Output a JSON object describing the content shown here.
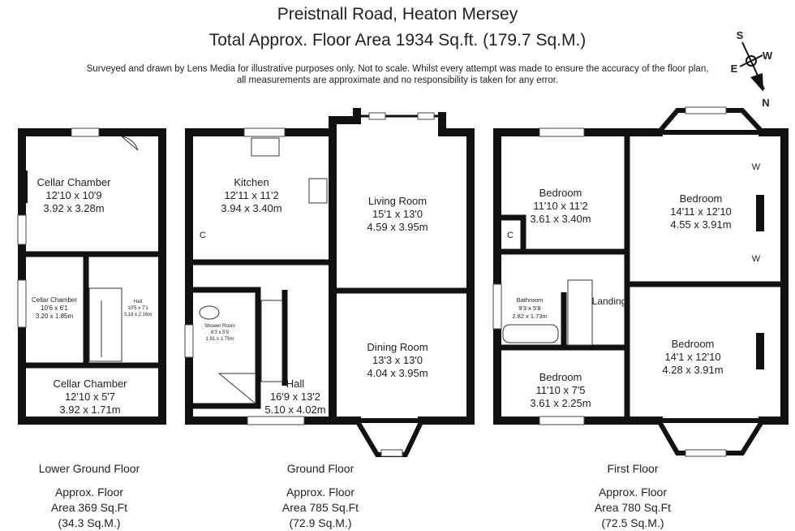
{
  "header": {
    "address": "Preistnall Road, Heaton Mersey",
    "total_area": "Total Approx. Floor Area 1934 Sq.ft. (179.7 Sq.M.)",
    "disclaimer_line1": "Surveyed and drawn by Lens Media for illustrative purposes only. Not to scale. Whilst every attempt was made to ensure the accuracy of the floor plan,",
    "disclaimer_line2": "all measurements are approximate and no responsibility is taken for any error."
  },
  "compass": {
    "s": "S",
    "w": "W",
    "e": "E",
    "n": "N"
  },
  "floors": [
    {
      "name": "Lower Ground Floor",
      "area_line1": "Approx. Floor",
      "area_line2": "Area 369 Sq.Ft",
      "area_line3": "(34.3 Sq.M.)",
      "rooms": [
        {
          "name": "Cellar Chamber",
          "imperial": "12'10 x 10'9",
          "metric": "3.92 x 3.28m"
        },
        {
          "name": "Cellar Chamber",
          "imperial": "10'6 x 6'1",
          "metric": "3.20 x 1.85m"
        },
        {
          "name": "Hall",
          "imperial": "10'5 x 7'1",
          "metric": "3.18 x 2.16m"
        },
        {
          "name": "Cellar Chamber",
          "imperial": "12'10 x 5'7",
          "metric": "3.92 x 1.71m"
        }
      ]
    },
    {
      "name": "Ground Floor",
      "area_line1": "Approx. Floor",
      "area_line2": "Area 785 Sq.Ft",
      "area_line3": "(72.9 Sq.M.)",
      "rooms": [
        {
          "name": "Kitchen",
          "imperial": "12'11 x 11'2",
          "metric": "3.94 x 3.40m"
        },
        {
          "name": "Living Room",
          "imperial": "15'1 x 13'0",
          "metric": "4.59 x 3.95m"
        },
        {
          "name": "Shower Room",
          "imperial": "6'3 x 5'9",
          "metric": "1.91 x 1.75m"
        },
        {
          "name": "Dining Room",
          "imperial": "13'3 x 13'0",
          "metric": "4.04 x 3.95m"
        },
        {
          "name": "Hall",
          "imperial": "16'9 x 13'2",
          "metric": "5.10 x 4.02m"
        }
      ],
      "cupboard": "C"
    },
    {
      "name": "First Floor",
      "area_line1": "Approx. Floor",
      "area_line2": "Area 780 Sq.Ft",
      "area_line3": "(72.5 Sq.M.)",
      "rooms": [
        {
          "name": "Bedroom",
          "imperial": "11'10 x 11'2",
          "metric": "3.61 x 3.40m"
        },
        {
          "name": "Bedroom",
          "imperial": "14'11 x 12'10",
          "metric": "4.55 x 3.91m"
        },
        {
          "name": "Bathroom",
          "imperial": "9'3 x 5'8",
          "metric": "2.82 x 1.73m"
        },
        {
          "name": "Landing"
        },
        {
          "name": "Bedroom",
          "imperial": "14'1 x 12'10",
          "metric": "4.28 x 3.91m"
        },
        {
          "name": "Bedroom",
          "imperial": "11'10 x 7'5",
          "metric": "3.61 x 2.25m"
        }
      ],
      "cupboard": "C",
      "wardrobe": "W"
    }
  ]
}
